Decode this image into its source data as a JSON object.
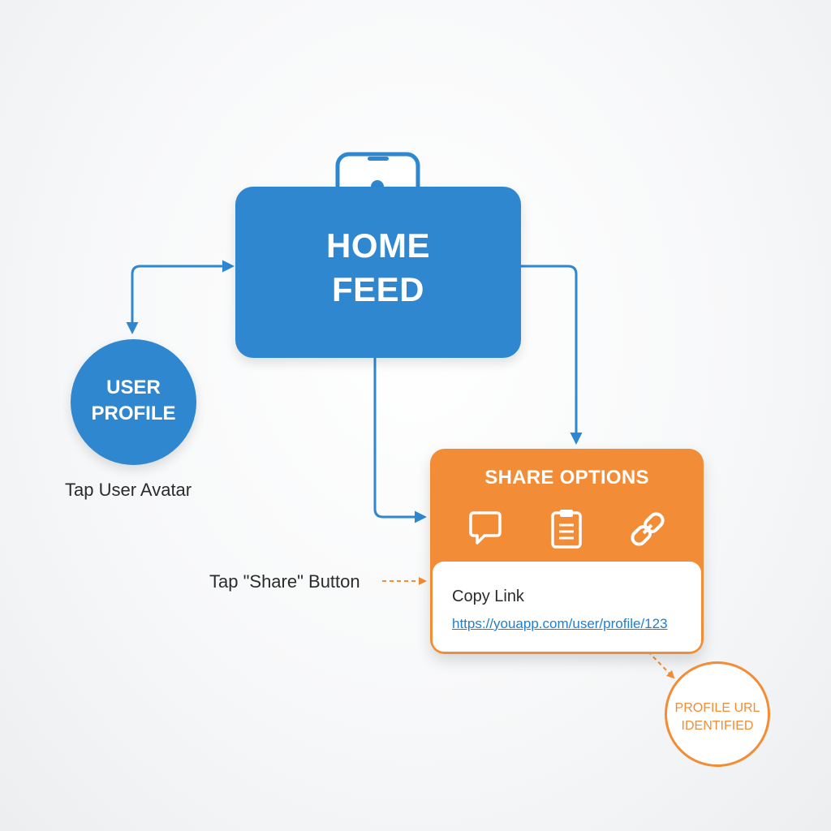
{
  "nodes": {
    "home_feed": {
      "label": "HOME\nFEED",
      "color": "#2f87d0"
    },
    "user_profile": {
      "label": "USER\nPROFILE",
      "color": "#2f87d0"
    },
    "share_options": {
      "title": "SHARE OPTIONS",
      "color": "#f28c36",
      "icons": [
        "comment-icon",
        "clipboard-icon",
        "link-icon"
      ],
      "copy_label": "Copy Link",
      "url": "https://youapp.com/user/profile/123"
    },
    "profile_url_identified": {
      "label": "PROFILE URL\nIDENTIFIED",
      "color": "#f28c36"
    }
  },
  "captions": {
    "tap_avatar": "Tap User Avatar",
    "tap_share": "Tap \"Share\" Button"
  },
  "icons": {
    "home_feed": "smartphone-icon"
  },
  "colors": {
    "primary": "#2f87d0",
    "accent": "#f28c36",
    "text": "#2b2b2b",
    "link": "#1f7fd0"
  }
}
